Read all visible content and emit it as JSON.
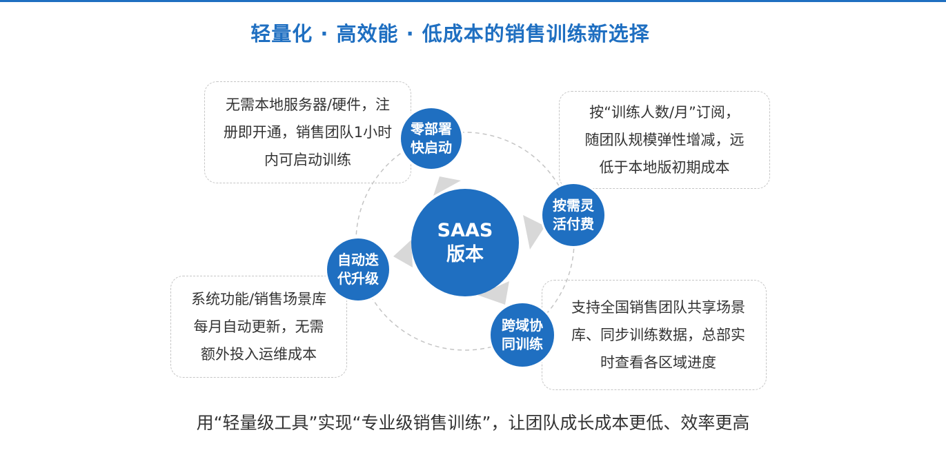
{
  "title": "轻量化 · 高效能 · 低成本的销售训练新选择",
  "center": {
    "line1": "SAAS",
    "line2": "版本"
  },
  "badges": {
    "zero_deploy": {
      "line1": "零部署",
      "line2": "快启动"
    },
    "pay_on_demand": {
      "line1": "按需灵",
      "line2": "活付费"
    },
    "cross_region": {
      "line1": "跨域协",
      "line2": "同训练"
    },
    "auto_upgrade": {
      "line1": "自动迭",
      "line2": "代升级"
    }
  },
  "descriptions": {
    "zero_deploy": [
      "无需本地服务器/硬件，注",
      "册即开通，销售团队1小时",
      "内可启动训练"
    ],
    "pay_on_demand": [
      "按“训练人数/月”订阅，",
      "随团队规模弹性增减，远",
      "低于本地版初期成本"
    ],
    "cross_region": [
      "支持全国销售团队共享场景",
      "库、同步训练数据，总部实",
      "时查看各区域进度"
    ],
    "auto_upgrade": [
      "系统功能/销售场景库",
      "每月自动更新，无需",
      "额外投入运维成本"
    ]
  },
  "footer": "用“轻量级工具”实现“专业级销售训练”，让团队成长成本更低、效率更高",
  "colors": {
    "primary": "#1f6fc1",
    "arrow": "#d8d8d8",
    "dashed": "#c4c4c4",
    "text": "#333333"
  }
}
